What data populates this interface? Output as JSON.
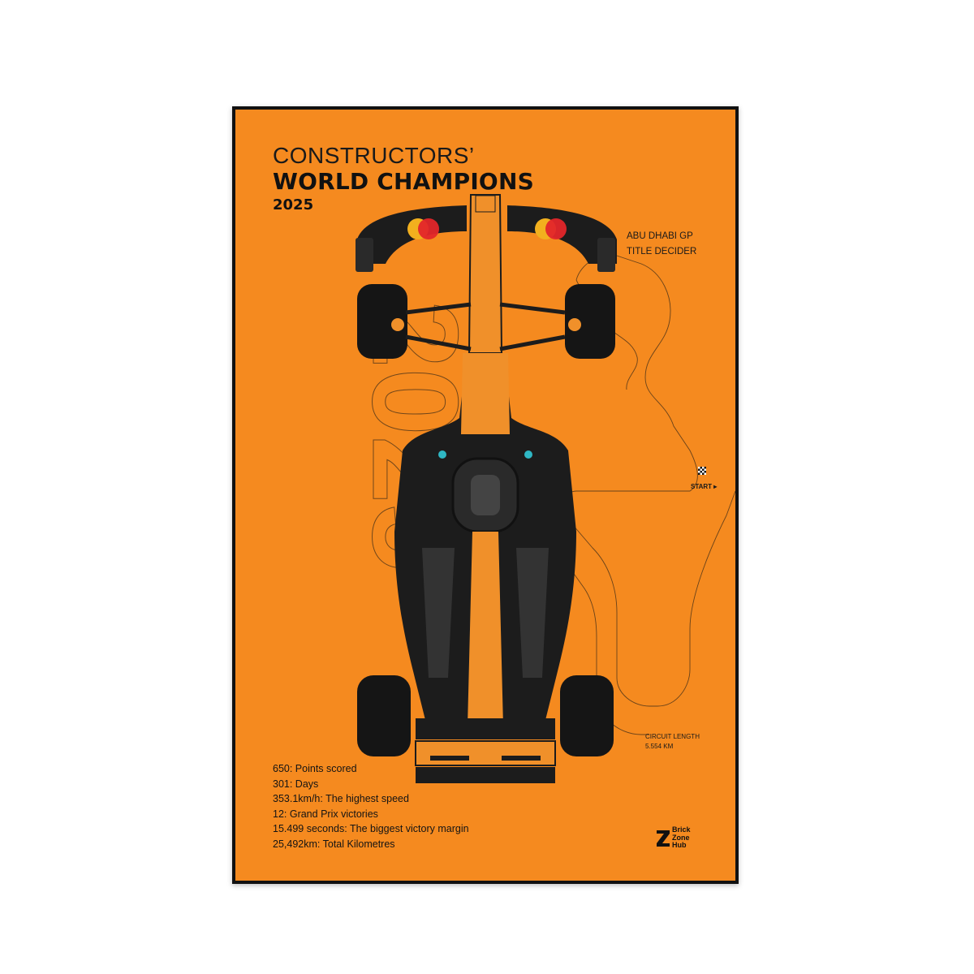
{
  "poster": {
    "title_line1": "CONSTRUCTORS’",
    "title_line2": "WORLD CHAMPIONS",
    "year": "2025",
    "race_line1": "ABU DHABI GP",
    "race_line2": "TITLE DECIDER",
    "start_label": "START ▸",
    "circuit_label": "CIRCUIT LENGTH",
    "circuit_value": "5.554 KM",
    "stats": [
      "650: Points scored",
      "301: Days",
      "353.1km/h: The highest speed",
      "12: Grand Prix victories",
      "15.499 seconds: The biggest victory margin",
      "25,492km: Total Kilometres"
    ],
    "brand_line1": "Brick",
    "brand_line2": "Zone",
    "brand_line3": "Hub",
    "outline_year": "2025"
  },
  "colors": {
    "poster_background": "#f58a1f",
    "frame": "#111111",
    "car_body": "#f0902a",
    "car_dark": "#1c1c1c",
    "accent_teal": "#2fb7c4",
    "logo_red": "#e3262a",
    "logo_yellow": "#f2b01e"
  },
  "icons": {
    "flag": "chequered-flag-icon",
    "brand": "brand-z-logo-icon"
  }
}
